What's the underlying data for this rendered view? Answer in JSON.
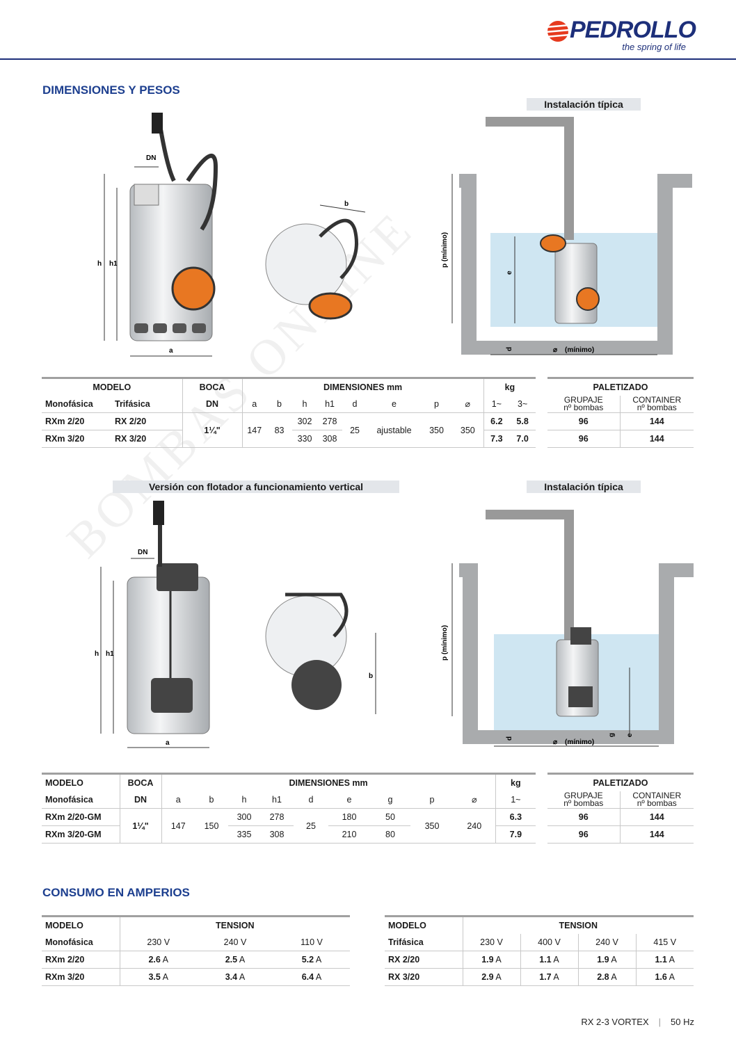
{
  "brand": {
    "name": "PEDROLLO",
    "tagline": "the spring of life",
    "accent": "#1d2f7a"
  },
  "watermark": "BOMBAS ONLINE",
  "section1": {
    "title": "DIMENSIONES Y PESOS",
    "install_label": "Instalación típica",
    "labels": {
      "dn": "DN",
      "h": "h",
      "h1": "h1",
      "a": "a",
      "b": "b",
      "p": "p (mínimo)",
      "e": "e",
      "d": "d",
      "min": "(mínimo)"
    },
    "table": {
      "h_modelo": "MODELO",
      "h_boca": "BOCA",
      "h_dim": "DIMENSIONES mm",
      "h_kg": "kg",
      "h_pal": "PALETIZADO",
      "h_mono": "Monofásica",
      "h_tri": "Trifásica",
      "h_dn": "DN",
      "cols": [
        "a",
        "b",
        "h",
        "h1",
        "d",
        "e",
        "p",
        "⌀"
      ],
      "kg_cols": [
        "1~",
        "3~"
      ],
      "pal_cols": [
        {
          "l1": "GRUPAJE",
          "l2": "nº bombas"
        },
        {
          "l1": "CONTAINER",
          "l2": "nº bombas"
        }
      ],
      "rows": [
        {
          "mono": "RXm 2/20",
          "tri": "RX 2/20",
          "h": "302",
          "h1": "278",
          "kg1": "6.2",
          "kg3": "5.8",
          "grupaje": "96",
          "container": "144"
        },
        {
          "mono": "RXm 3/20",
          "tri": "RX 3/20",
          "h": "330",
          "h1": "308",
          "kg1": "7.3",
          "kg3": "7.0",
          "grupaje": "96",
          "container": "144"
        }
      ],
      "shared": {
        "dn": "1¼\"",
        "a": "147",
        "b": "83",
        "d": "25",
        "e": "ajustable",
        "p": "350",
        "diam": "350"
      }
    }
  },
  "section2": {
    "banner": "Versión con flotador a funcionamiento vertical",
    "install_label": "Instalación típica",
    "labels": {
      "dn": "DN",
      "h": "h",
      "h1": "h1",
      "a": "a",
      "b": "b",
      "p": "p (mínimo)",
      "e": "e",
      "d": "d",
      "g": "g",
      "min": "(mínimo)"
    },
    "table": {
      "h_modelo": "MODELO",
      "h_boca": "BOCA",
      "h_dim": "DIMENSIONES mm",
      "h_kg": "kg",
      "h_pal": "PALETIZADO",
      "h_mono": "Monofásica",
      "h_dn": "DN",
      "cols": [
        "a",
        "b",
        "h",
        "h1",
        "d",
        "e",
        "g",
        "p",
        "⌀"
      ],
      "kg_col": "1~",
      "pal_cols": [
        {
          "l1": "GRUPAJE",
          "l2": "nº bombas"
        },
        {
          "l1": "CONTAINER",
          "l2": "nº bombas"
        }
      ],
      "rows": [
        {
          "mono": "RXm 2/20-GM",
          "h": "300",
          "h1": "278",
          "e": "180",
          "g": "50",
          "kg": "6.3",
          "grupaje": "96",
          "container": "144"
        },
        {
          "mono": "RXm 3/20-GM",
          "h": "335",
          "h1": "308",
          "e": "210",
          "g": "80",
          "kg": "7.9",
          "grupaje": "96",
          "container": "144"
        }
      ],
      "shared": {
        "dn": "1¼\"",
        "a": "147",
        "b": "150",
        "d": "25",
        "p": "350",
        "diam": "240"
      }
    }
  },
  "section3": {
    "title": "CONSUMO EN AMPERIOS",
    "mono": {
      "h_modelo": "MODELO",
      "h_tension": "TENSION",
      "h_type": "Monofásica",
      "voltages": [
        "230 V",
        "240 V",
        "110 V"
      ],
      "rows": [
        {
          "model": "RXm 2/20",
          "vals": [
            "2.6",
            "2.5",
            "5.2"
          ]
        },
        {
          "model": "RXm 3/20",
          "vals": [
            "3.5",
            "3.4",
            "6.4"
          ]
        }
      ]
    },
    "tri": {
      "h_modelo": "MODELO",
      "h_tension": "TENSION",
      "h_type": "Trifásica",
      "voltages": [
        "230 V",
        "400 V",
        "240 V",
        "415 V"
      ],
      "rows": [
        {
          "model": "RX 2/20",
          "vals": [
            "1.9",
            "1.1",
            "1.9",
            "1.1"
          ]
        },
        {
          "model": "RX 3/20",
          "vals": [
            "2.9",
            "1.7",
            "2.8",
            "1.6"
          ]
        }
      ]
    },
    "unit": "A"
  },
  "footer": {
    "product": "RX 2-3 VORTEX",
    "freq": "50 Hz"
  }
}
